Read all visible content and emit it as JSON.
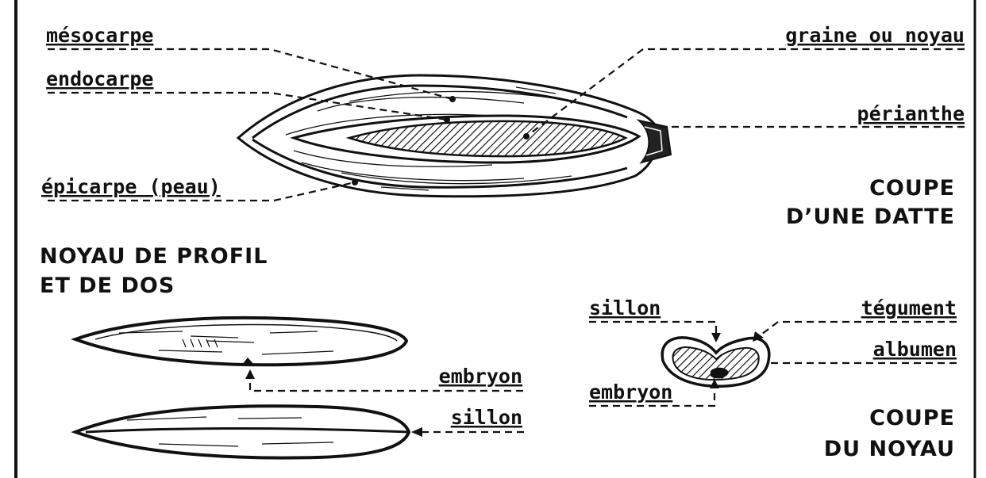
{
  "date_section": {
    "labels": {
      "mesocarpe": "mésocarpe",
      "endocarpe": "endocarpe",
      "epicarpe": "épicarpe (peau)",
      "graine": "graine ou noyau",
      "perianthe": "périanthe"
    },
    "title_line1": "COUPE",
    "title_line2": "D’UNE DATTE"
  },
  "profile_section": {
    "title_line1": "NOYAU DE PROFIL",
    "title_line2": "ET DE DOS",
    "labels": {
      "embryon": "embryon",
      "sillon": "sillon"
    }
  },
  "cross_section": {
    "labels": {
      "sillon": "sillon",
      "tegument": "tégument",
      "albumen": "albumen",
      "embryon": "embryon"
    },
    "title_line1": "COUPE",
    "title_line2": "DU NOYAU"
  }
}
